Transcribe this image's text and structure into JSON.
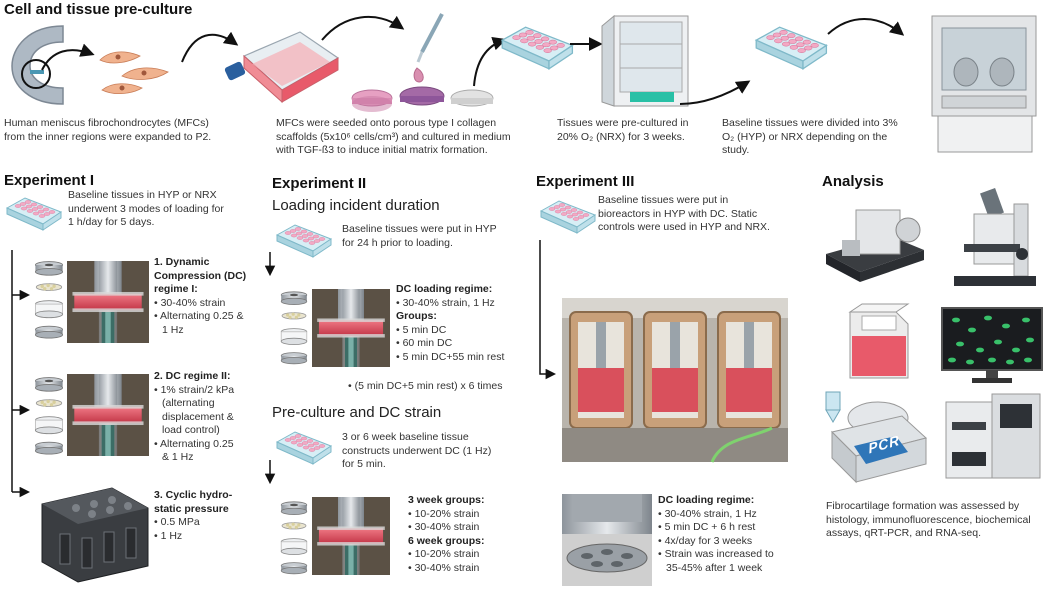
{
  "section_titles": {
    "preculture": "Cell and tissue pre-culture",
    "exp1": "Experiment I",
    "exp2": "Experiment II",
    "exp3": "Experiment III",
    "analysis": "Analysis"
  },
  "preculture": {
    "step1": [
      "Human meniscus fibrochondrocytes (MFCs)",
      "from the inner regions were expanded to P2."
    ],
    "step2": [
      "MFCs were seeded onto porous type I collagen",
      "scaffolds (5x10⁶ cells/cm³) and cultured in medium",
      "with TGF-ß3 to induce initial matrix formation."
    ],
    "step3": [
      "Tissues were pre-cultured in",
      "20% O₂ (NRX) for 3 weeks."
    ],
    "step4": [
      "Baseline tissues were divided into 3%",
      "O₂ (HYP) or NRX depending on the",
      "study."
    ]
  },
  "exp1": {
    "intro": [
      "Baseline tissues in HYP or NRX",
      "underwent 3 modes of loading for",
      "1 h/day for 5 days."
    ],
    "regime1": [
      "1. Dynamic",
      "Compression (DC)",
      "regime I:",
      "• 30-40% strain",
      "• Alternating 0.25 &",
      "1 Hz"
    ],
    "regime2": [
      "2. DC regime II:",
      "• 1% strain/2 kPa",
      "(alternating",
      "displacement &",
      "load control)",
      "• Alternating  0.25",
      "& 1 Hz"
    ],
    "regime3": [
      "3. Cyclic hydro-",
      "static pressure",
      "• 0.5 MPa",
      "• 1 Hz"
    ]
  },
  "exp2": {
    "sub1": "Loading incident duration",
    "sub1_intro": [
      "Baseline tissues were put in HYP",
      "for 24 h prior to loading."
    ],
    "dc_regime": [
      "DC loading regime:",
      "• 30-40% strain, 1 Hz",
      "Groups:",
      "• 5 min DC",
      "• 60 min DC",
      "• 5 min DC+55 min rest"
    ],
    "dc_extra": "• (5 min DC+5 min rest) x 6 times",
    "sub2": "Pre-culture and DC strain",
    "sub2_intro": [
      "3 or 6 week baseline tissue",
      "constructs underwent DC (1 Hz)",
      "for 5 min."
    ],
    "groups": [
      "3 week groups:",
      "• 10-20% strain",
      "• 30-40% strain",
      "6 week groups:",
      "• 10-20% strain",
      "• 30-40% strain"
    ]
  },
  "exp3": {
    "intro": [
      "Baseline tissues were put in",
      "bioreactors in HYP with DC. Static",
      "controls were used in HYP and NRX."
    ],
    "dc_regime": [
      "DC loading regime:",
      "• 30-40% strain, 1 Hz",
      "• 5 min DC + 6 h rest",
      "• 4x/day for 3 weeks",
      "• Strain was increased to",
      "35-45% after 1 week"
    ]
  },
  "analysis": {
    "pcr_label": "PCR",
    "summary": [
      "Fibrocartilage formation was assessed by",
      "histology, immunofluorescence, biochemical",
      "assays, qRT-PCR, and RNA-seq."
    ]
  },
  "colors": {
    "plate": "#c9e6ef",
    "wells": "#f3a9c4",
    "medium": "#e85a6a",
    "steel": "#b8bec4",
    "arrow": "#111111"
  }
}
